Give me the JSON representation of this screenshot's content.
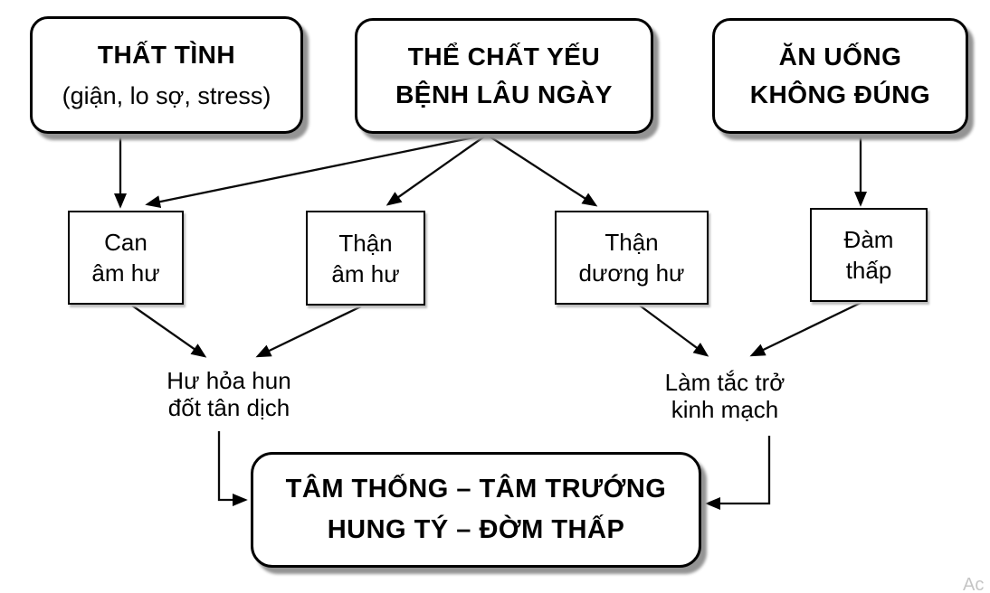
{
  "diagram": {
    "top_nodes": [
      {
        "id": "that-tinh",
        "title": "THẤT TÌNH",
        "subtitle": "(giận, lo sợ, stress)"
      },
      {
        "id": "the-chat-yeu",
        "line1": "THỂ CHẤT YẾU",
        "line2": "BỆNH LÂU NGÀY"
      },
      {
        "id": "an-uong-khong-dung",
        "line1": "ĂN UỐNG",
        "line2": "KHÔNG ĐÚNG"
      }
    ],
    "mid_nodes": [
      {
        "id": "can-am-hu",
        "line1": "Can",
        "line2": "âm hư"
      },
      {
        "id": "than-am-hu",
        "line1": "Thận",
        "line2": "âm hư"
      },
      {
        "id": "than-duong-hu",
        "line1": "Thận",
        "line2": "dương hư"
      },
      {
        "id": "dam-thap",
        "line1": "Đàm",
        "line2": "thấp"
      }
    ],
    "labels": [
      {
        "id": "hu-hoa-hun-dot-tan-dich",
        "line1": "Hư hỏa hun",
        "line2": "đốt tân dịch"
      },
      {
        "id": "lam-tac-tro-kinh-mach",
        "line1": "Làm tắc trở",
        "line2": "kinh mạch"
      }
    ],
    "bottom_node": {
      "id": "tam-thong",
      "line1": "TÂM THỐNG – TÂM TRƯỚNG",
      "line2": "HUNG TÝ – ĐỜM THẤP"
    },
    "edges": [
      {
        "from": "that-tinh",
        "to": "can-am-hu"
      },
      {
        "from": "the-chat-yeu",
        "to": "can-am-hu"
      },
      {
        "from": "the-chat-yeu",
        "to": "than-am-hu"
      },
      {
        "from": "the-chat-yeu",
        "to": "than-duong-hu"
      },
      {
        "from": "an-uong-khong-dung",
        "to": "dam-thap"
      },
      {
        "from": "can-am-hu",
        "to": "hu-hoa-hun-dot-tan-dich"
      },
      {
        "from": "than-am-hu",
        "to": "hu-hoa-hun-dot-tan-dich"
      },
      {
        "from": "than-duong-hu",
        "to": "lam-tac-tro-kinh-mach"
      },
      {
        "from": "dam-thap",
        "to": "lam-tac-tro-kinh-mach"
      },
      {
        "from": "hu-hoa-hun-dot-tan-dich",
        "to": "tam-thong"
      },
      {
        "from": "lam-tac-tro-kinh-mach",
        "to": "tam-thong"
      }
    ],
    "watermark": "Ac",
    "colors": {
      "background": "#ffffff",
      "line": "#000000",
      "text": "#000000",
      "box_shadow": "#949494",
      "watermark": "#c5c5c5"
    }
  }
}
